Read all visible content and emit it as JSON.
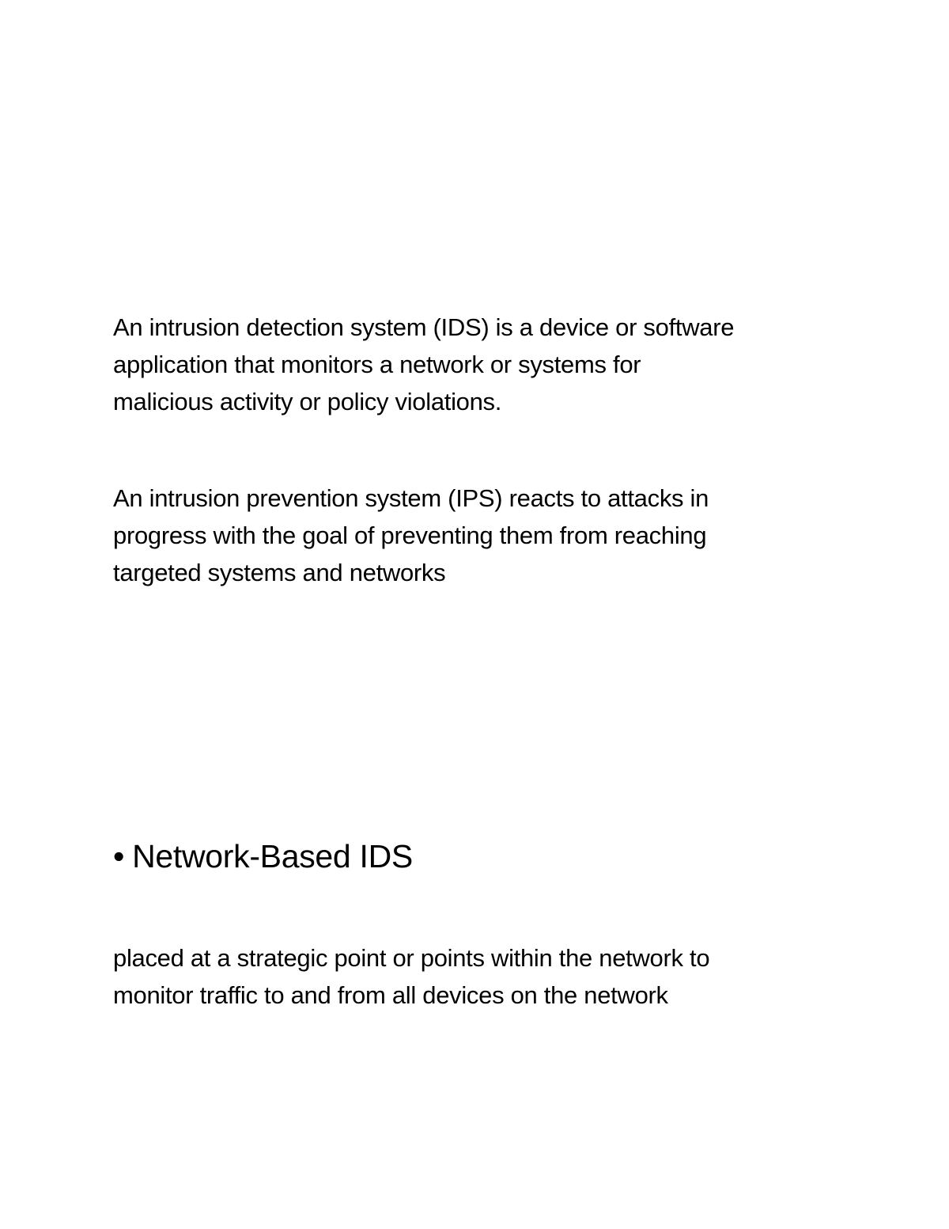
{
  "document": {
    "paragraphs": [
      {
        "lines": [
          "An intrusion detection system (IDS) is a device or software",
          "application that monitors a network or systems for",
          "malicious activity or policy violations."
        ]
      },
      {
        "lines": [
          "An intrusion prevention system (IPS) reacts to attacks in",
          "progress with the goal of preventing them from reaching",
          "targeted systems and networks"
        ]
      }
    ],
    "bullet_heading": {
      "bullet": "•",
      "text": "Network-Based IDS"
    },
    "bullet_description": {
      "lines": [
        "placed at a strategic point or points within the network to",
        "monitor traffic to and from all devices on the network"
      ]
    }
  }
}
